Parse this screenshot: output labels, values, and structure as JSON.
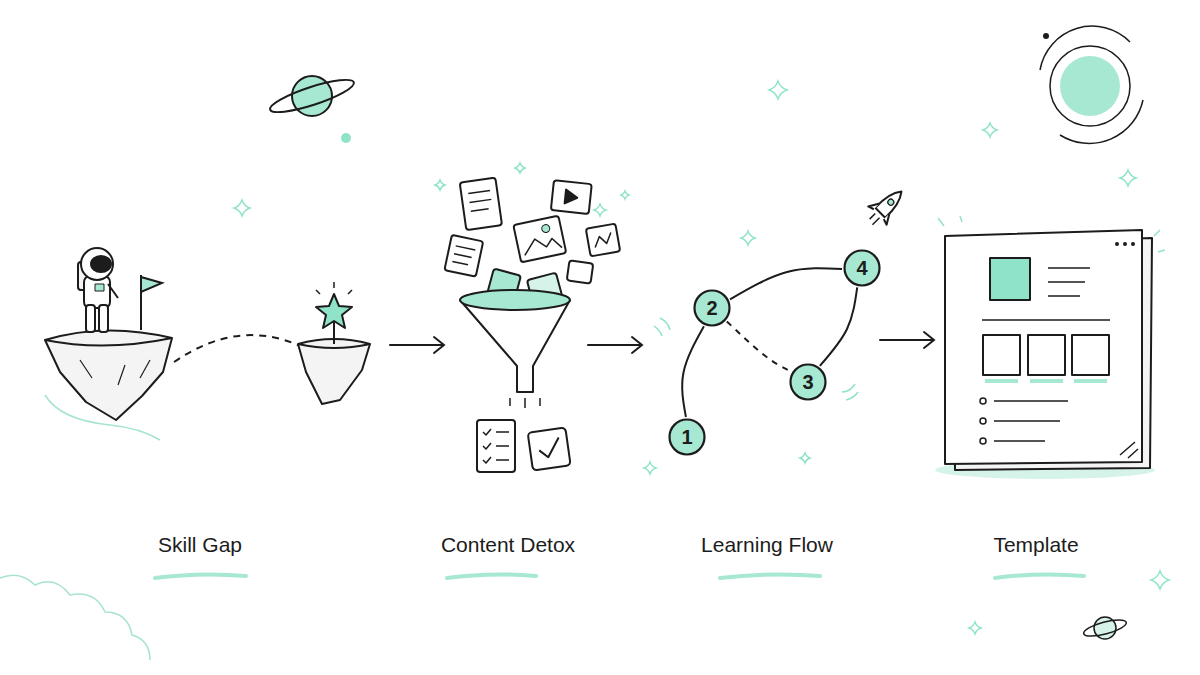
{
  "diagram": {
    "nodes": [
      {
        "text": [
          "1"
        ]
      },
      {
        "text": [
          "2"
        ]
      },
      {
        "text": [
          "3"
        ]
      },
      {
        "text": [
          "4"
        ]
      }
    ],
    "edges": [
      {
        "from": 0,
        "to": 1,
        "arrow": "none"
      },
      {
        "from": 1,
        "to": 3,
        "arrow": "none"
      },
      {
        "from": 1,
        "to": 2,
        "arrow": "none"
      },
      {
        "from": 2,
        "to": 3,
        "arrow": "none"
      }
    ],
    "labels": [
      "Skill Gap",
      "Content Detox",
      "Learning Flow",
      "Template"
    ]
  }
}
